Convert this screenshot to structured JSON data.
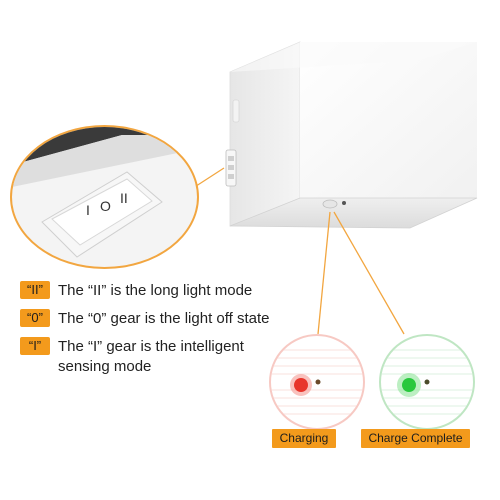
{
  "switch": {
    "mode_long": {
      "symbol": "“II”",
      "text": "The “II” is the long light mode"
    },
    "mode_off": {
      "symbol": "“0”",
      "text": "The “0” gear is the light off state"
    },
    "mode_sense": {
      "symbol": "“I”",
      "text_line1": "The “I” gear is the intelligent",
      "text_line2": "sensing mode"
    },
    "rocker_labels": [
      "I",
      "O",
      "II"
    ]
  },
  "status": {
    "charging_label": "Charging",
    "complete_label": "Charge Complete",
    "charging_color": "#e8352b",
    "complete_color": "#28c83c"
  },
  "colors": {
    "accent": "#f39a1c"
  }
}
